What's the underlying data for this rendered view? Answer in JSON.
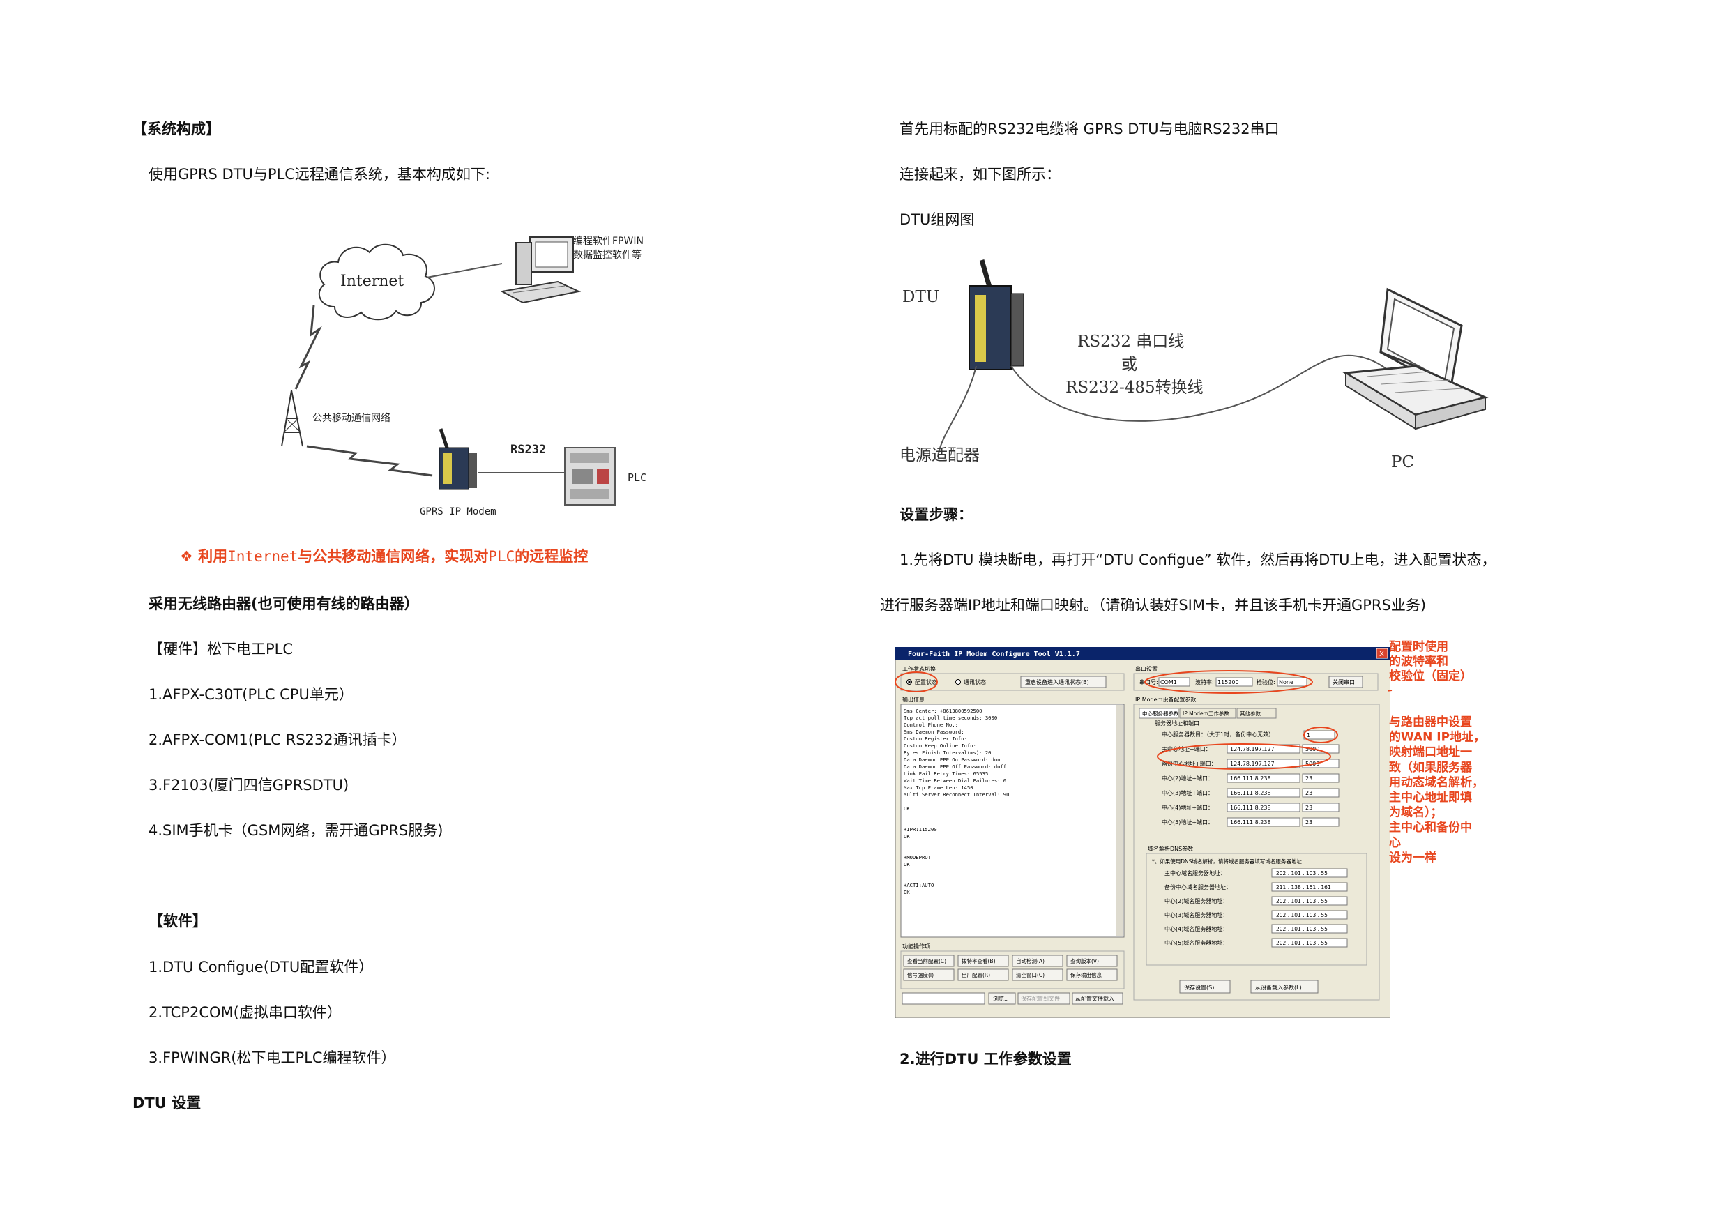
{
  "left": {
    "heading_system": "【系统构成】",
    "intro": "使用GPRS DTU与PLC远程通信系统，基本构成如下:",
    "diagram1": {
      "cloud_label": "Internet",
      "software_label_1": "编程软件FPWIN",
      "software_label_2": "数据监控软件等",
      "network_label": "公共移动通信网络",
      "rs232_label": "RS232",
      "plc_label": "PLC",
      "modem_label": "GPRS IP Modem"
    },
    "caption": {
      "bullet": "❖",
      "p1": "利用",
      "p2": "Internet",
      "p3": "与公共移动通信网络，实现对",
      "p4": "PLC",
      "p5": "的远程监控"
    },
    "router_note": "采用无线路由器(也可使用有线的路由器）",
    "hardware_title": "【硬件】松下电工PLC",
    "hardware_items": [
      "1.AFPX-C30T(PLC CPU单元）",
      "2.AFPX-COM1(PLC RS232通讯插卡）",
      "3.F2103(厦门四信GPRSDTU)",
      "4.SIM手机卡（GSM网络，需开通GPRS服务)"
    ],
    "software_title": "【软件】",
    "software_items": [
      "1.DTU Configue(DTU配置软件）",
      "2.TCP2COM(虚拟串口软件）",
      "3.FPWINGR(松下电工PLC编程软件）"
    ],
    "dtu_settings": "DTU 设置"
  },
  "right": {
    "line1": "首先用标配的RS232电缆将 GPRS DTU与电脑RS232串口",
    "line2": "连接起来，如下图所示：",
    "line3": "DTU组网图",
    "diagram2": {
      "dtu": "DTU",
      "cable_1": "RS232 串口线",
      "cable_2": "或",
      "cable_3": "RS232-485转换线",
      "power": "电源适配器",
      "pc": "PC"
    },
    "steps_title": "设置步骤：",
    "step1_a": "1.先将DTU 模块断电，再打开“DTU Configue” 软件，然后再将DTU上电，进入配置状态，",
    "step1_b": "进行服务器端IP地址和端口映射。（请确认装好SIM卡，并且该手机卡开通GPRS业务)",
    "step2": "2.进行DTU 工作参数设置",
    "tool": {
      "title": "Four-Faith IP Modem Configure Tool V1.1.7",
      "close": "X",
      "mode_group": "工作状态切换",
      "mode_config": "配置状态",
      "mode_comm": "通讯状态",
      "restart_btn": "重启设备进入通讯状态(B)",
      "serial_group": "串口设置",
      "port_label": "串口号:",
      "port_value": "COM1",
      "baud_label": "波特率:",
      "baud_value": "115200",
      "parity_label": "检验位:",
      "parity_value": "None",
      "close_port_btn": "关闭串口",
      "output_group": "输出信息",
      "log_lines": [
        "Sms Center:                    +8613800592500",
        "Tcp act poll time seconds:          3000",
        "Control Phone No.:",
        "Sms Daemon Password:",
        "Custom Register Info:",
        "Custom Keep Online Info:",
        "Bytes Finish Interval(ms):          20",
        "Data Daemon PPP On Password:        don",
        "Data Daemon PPP Off Password:       doff",
        "Link Fail Retry Times:              65535",
        "Wait Time Between Dial Failures:    0",
        "Max Tcp Frame Len:                  1450",
        "Multi Server Reconnect Interval:    90",
        "",
        "OK",
        "",
        "",
        "+IPR:115200",
        "OK",
        "",
        "",
        "+MODEPROT",
        "OK",
        "",
        "",
        "+ACTI:AUTO",
        "OK"
      ],
      "ip_group": "IP Modem设备配置参数",
      "tabs": [
        "中心服务器参数",
        "IP Modem工作参数",
        "其他参数"
      ],
      "server_subgroup": "服务器地址和端口",
      "server_count_label": "中心服务器数目：（大于1时，备份中心无效）",
      "server_count_value": "1",
      "servers": [
        {
          "label": "主中心地址+端口：",
          "ip": "124.78.197.127",
          "port": "5000"
        },
        {
          "label": "备份中心地址+端口：",
          "ip": "124.78.197.127",
          "port": "5000"
        },
        {
          "label": "中心(2)地址+端口：",
          "ip": "166.111.8.238",
          "port": "23"
        },
        {
          "label": "中心(3)地址+端口：",
          "ip": "166.111.8.238",
          "port": "23"
        },
        {
          "label": "中心(4)地址+端口：",
          "ip": "166.111.8.238",
          "port": "23"
        },
        {
          "label": "中心(5)地址+端口：",
          "ip": "166.111.8.238",
          "port": "23"
        }
      ],
      "dns_group": "域名解析DNS参数",
      "dns_note": "*。如果使用DNS域名解析，请将域名服务器填写域名服务器地址",
      "dns": [
        {
          "label": "主中心域名服务器地址：",
          "ip": "202 . 101 . 103 . 55"
        },
        {
          "label": "备份中心域名服务器地址：",
          "ip": "211 . 138 . 151 . 161"
        },
        {
          "label": "中心(2)域名服务器地址：",
          "ip": "202 . 101 . 103 . 55"
        },
        {
          "label": "中心(3)域名服务器地址：",
          "ip": "202 . 101 . 103 . 55"
        },
        {
          "label": "中心(4)域名服务器地址：",
          "ip": "202 . 101 . 103 . 55"
        },
        {
          "label": "中心(5)域名服务器地址：",
          "ip": "202 . 101 . 103 . 55"
        }
      ],
      "func_group": "功能操作项",
      "func_rows": [
        [
          "查看当前配置(C)",
          "拨特率查看(B)",
          "自动检测(A)",
          "查询版本(V)"
        ],
        [
          "信号强度(I)",
          "出厂配置(R)",
          "清空窗口(C)",
          "保存输出信息"
        ]
      ],
      "browse_btn": "浏览..",
      "save_file_btn": "保存配置到文件",
      "load_file_btn": "从配置文件载入",
      "save_settings_btn": "保存设置(S)",
      "load_device_btn": "从设备载入参数(L)"
    },
    "annot1": [
      "配置时使用",
      "的波特率和",
      "校验位（固定）"
    ],
    "annot2": [
      "与路由器中设置",
      "的WAN IP地址，",
      "映射端口地址一",
      "致（如果服务器",
      "用动态域名解析，",
      "主中心地址即填",
      "为域名）；",
      "主中心和备份中",
      "心",
      "设为一样"
    ]
  },
  "colors": {
    "accent_red": "#e8461e",
    "window_title_blue": "#0a246a"
  }
}
